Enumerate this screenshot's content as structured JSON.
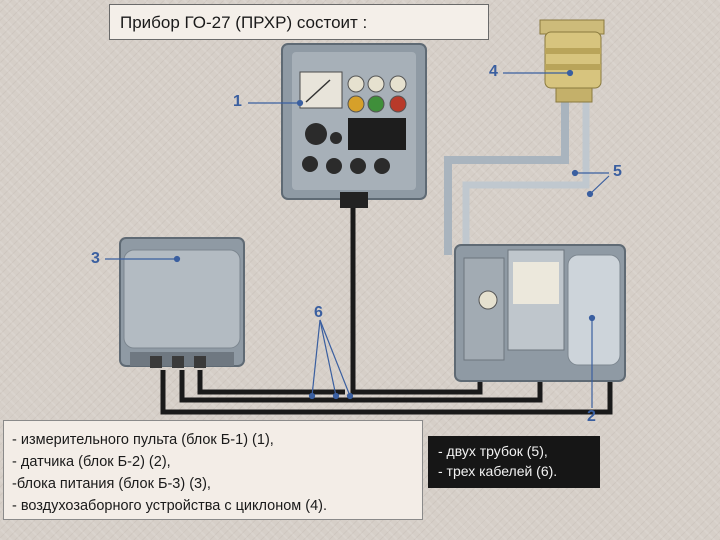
{
  "title": "Прибор ГО-27 (ПРХР) состоит :",
  "labels": {
    "n1": "1",
    "n2": "2",
    "n3": "3",
    "n4": "4",
    "n5": "5",
    "n6": "6"
  },
  "components_list": [
    "- измерительного пульта (блок Б-1) (1),",
    "- датчика (блок Б-2) (2),",
    "-блока питания (блок Б-3) (3),",
    "- воздухозаборного устройства с циклоном (4)."
  ],
  "connections_list": [
    "- двух трубок (5),",
    "- трех кабелей (6)."
  ],
  "colors": {
    "callout": "#3a5fa0",
    "cable": "#1a1a1a",
    "tube": "#a9b4be",
    "device_body": "#8f9aa4"
  }
}
